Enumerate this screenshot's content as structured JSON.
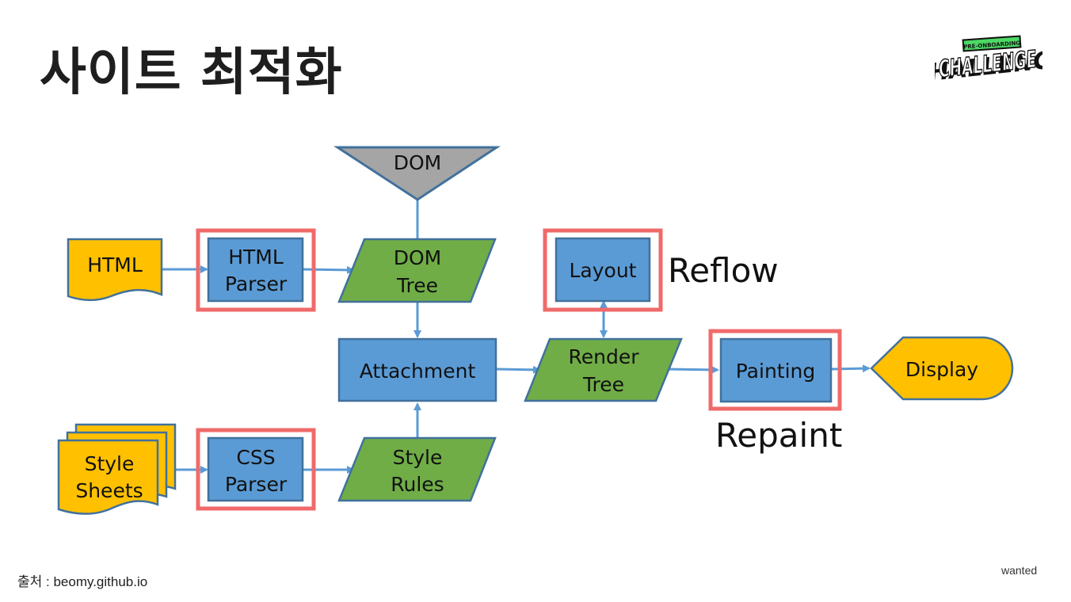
{
  "title": "사이트 최적화",
  "logo": {
    "top_text": "PRE-ONBOARDING",
    "main_text": "CHALLENGE"
  },
  "footer": {
    "source": "출처 : beomy.github.io",
    "brand": "wanted"
  },
  "nodes": {
    "dom": "DOM",
    "html": "HTML",
    "html_parser": [
      "HTML",
      "Parser"
    ],
    "dom_tree": [
      "DOM",
      "Tree"
    ],
    "layout": "Layout",
    "attachment": "Attachment",
    "render_tree": [
      "Render",
      "Tree"
    ],
    "painting": "Painting",
    "display": "Display",
    "style_sheets": [
      "Style",
      "Sheets"
    ],
    "css_parser": [
      "CSS",
      "Parser"
    ],
    "style_rules": [
      "Style",
      "Rules"
    ]
  },
  "annotations": {
    "reflow": "Reflow",
    "repaint": "Repaint"
  },
  "colors": {
    "blue_box": "#5b9bd5",
    "blue_border": "#41719c",
    "green_box": "#70ad47",
    "yellow_doc": "#ffc000",
    "gray_triangle": "#a5a5a5",
    "highlight": "#f06a6a",
    "arrow": "#5b9bd5"
  }
}
